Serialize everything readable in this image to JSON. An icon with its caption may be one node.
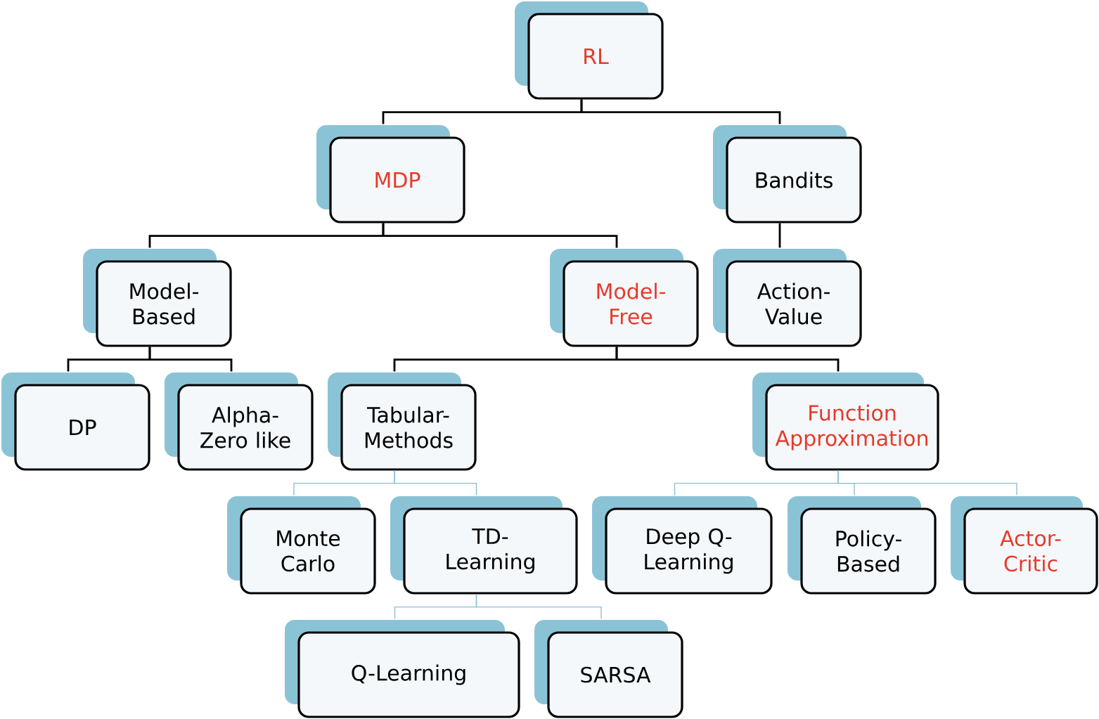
{
  "diagram": {
    "nodes": [
      {
        "text": [
          "RL"
        ]
      },
      {
        "text": [
          "MDP"
        ]
      },
      {
        "text": [
          "Bandits"
        ]
      },
      {
        "text": [
          "Model-Based"
        ]
      },
      {
        "text": [
          "Model-Free"
        ]
      },
      {
        "text": [
          "Action-Value"
        ]
      },
      {
        "text": [
          "DP"
        ]
      },
      {
        "text": [
          "Alpha-Zero like"
        ]
      },
      {
        "text": [
          "Tabular-Methods"
        ]
      },
      {
        "text": [
          "Function Approximation"
        ]
      },
      {
        "text": [
          "Monte Carlo"
        ]
      },
      {
        "text": [
          "TD-Learning"
        ]
      },
      {
        "text": [
          "Deep Q-Learning"
        ]
      },
      {
        "text": [
          "Policy-Based"
        ]
      },
      {
        "text": [
          "Actor-Critic"
        ]
      },
      {
        "text": [
          "Q-Learning"
        ]
      },
      {
        "text": [
          "SARSA"
        ]
      }
    ],
    "edges": [
      {
        "from": 0,
        "to": 1,
        "arrow": "none"
      },
      {
        "from": 0,
        "to": 2,
        "arrow": "none"
      },
      {
        "from": 1,
        "to": 3,
        "arrow": "none"
      },
      {
        "from": 1,
        "to": 4,
        "arrow": "none"
      },
      {
        "from": 2,
        "to": 5,
        "arrow": "none"
      },
      {
        "from": 3,
        "to": 6,
        "arrow": "none"
      },
      {
        "from": 3,
        "to": 7,
        "arrow": "none"
      },
      {
        "from": 4,
        "to": 8,
        "arrow": "none"
      },
      {
        "from": 4,
        "to": 9,
        "arrow": "none"
      },
      {
        "from": 8,
        "to": 10,
        "arrow": "none",
        "color": "#8dbfd4"
      },
      {
        "from": 8,
        "to": 11,
        "arrow": "none",
        "color": "#8dbfd4"
      },
      {
        "from": 9,
        "to": 12,
        "arrow": "none",
        "color": "#8dbfd4"
      },
      {
        "from": 9,
        "to": 13,
        "arrow": "none",
        "color": "#8dbfd4"
      },
      {
        "from": 9,
        "to": 14,
        "arrow": "none",
        "color": "#8dbfd4"
      },
      {
        "from": 11,
        "to": 15,
        "arrow": "none",
        "color": "#8dbfd4"
      },
      {
        "from": 11,
        "to": 16,
        "arrow": "none",
        "color": "#8dbfd4"
      }
    ]
  }
}
